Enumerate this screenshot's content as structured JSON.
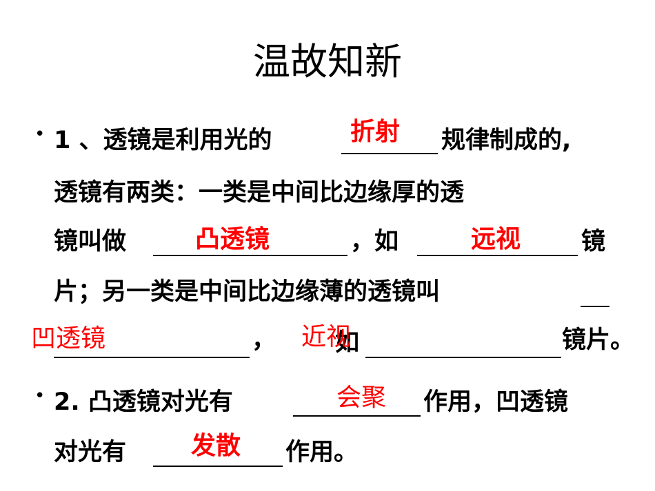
{
  "title": "温故知新",
  "bullet_symbol": "•",
  "q1": {
    "line1_a": "1 、透镜是利用光的",
    "line1_b": "规律制成的,",
    "line2": "透镜有两类：一类是中间比边缘厚的透",
    "line3_a": "镜叫做",
    "line3_b": "，如",
    "line3_c": "镜",
    "line4_a": "片；另一类是中间比边缘薄的透镜叫",
    "line5_a": "，",
    "line5_b": "如",
    "line5_c": "镜片。",
    "answers": {
      "a1": "折射",
      "a2": "凸透镜",
      "a3": "远视",
      "a4": "凹透镜",
      "a5": "近视"
    }
  },
  "q2": {
    "line1_a": "2. 凸透镜对光有",
    "line1_b": "作用，凹透镜",
    "line2_a": "对光有",
    "line2_b": "作用。",
    "answers": {
      "a1": "会聚",
      "a2": "发散"
    }
  },
  "colors": {
    "text": "#000000",
    "answer": "#ff0000",
    "background": "#ffffff"
  }
}
